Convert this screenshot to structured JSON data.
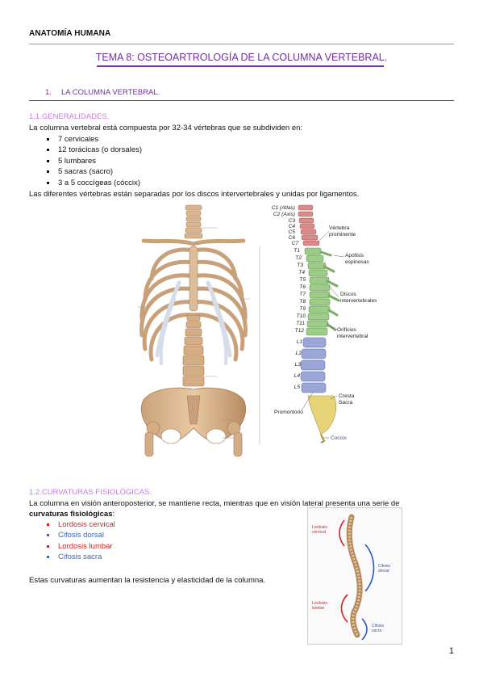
{
  "header": {
    "title": "ANATOMÍA HUMANA"
  },
  "main_title": "TEMA 8: OSTEOARTROLOGÍA DE LA COLUMNA VERTEBRAL.",
  "section1": {
    "number": "1.",
    "title": "LA COLUMNA VERTEBRAL."
  },
  "sub1": {
    "heading": "1.1.GENERALIDADES.",
    "intro": "La columna vertebral está compuesta por 32-34 vértebras que se subdividen en:",
    "items": [
      "7 cervicales",
      "12 torácicas (o dorsales)",
      "5 lumbares",
      "5 sacras (sacro)",
      "3 a 5 coccígeas (cóccix)"
    ],
    "closing": "Las diferentes vértebras están separadas por los discos intervertebrales y unidas por ligamentos."
  },
  "figure_lateral": {
    "levels": [
      "C1 (Atlas)",
      "C2 (Axis)",
      "C3",
      "C4",
      "C5",
      "C6",
      "C7",
      "T1",
      "T2",
      "T3",
      "T4",
      "T5",
      "T6",
      "T7",
      "T8",
      "T9",
      "T10",
      "T11",
      "T12",
      "L1",
      "L2",
      "L3",
      "L4",
      "L5"
    ],
    "labels": {
      "vertebra_prominente": [
        "Vértebra",
        "prominente"
      ],
      "apofisis": [
        "Apófisis",
        "espinosas"
      ],
      "discos": [
        "Discos",
        "intervertebrales"
      ],
      "orificios": [
        "Orificios",
        "intervertebral"
      ],
      "cresta": [
        "Cresta",
        "Sacra"
      ],
      "promontorio": "Promontorio",
      "coccix": "Coccix"
    }
  },
  "sub2": {
    "heading": "1.2.CURVATURAS FISIOLÓGICAS.",
    "intro": "La columna en visión anteroposterior, se mantiene recta, mientras que en visión lateral presenta una serie de",
    "bold_term": "curvaturas fisiológicas",
    "colon": ":",
    "items": [
      {
        "text": "Lordosis cervical",
        "color": "#d62020"
      },
      {
        "text": "Cifosis dorsal",
        "color": "#3a66b0"
      },
      {
        "text": "Lordosis lumbar",
        "color": "#d62020"
      },
      {
        "text": "Cifosis sacra",
        "color": "#3a66b0"
      }
    ],
    "closing": "Estas curvaturas aumentan la resistencia y elasticidad de la columna."
  },
  "figure_curvatures": {
    "labels": {
      "lordosis_cervical": [
        "Lordosis",
        "cervical"
      ],
      "cifosis_dorsal": [
        "Cifosis",
        "dorsal"
      ],
      "lordosis_lumbar": [
        "Lordosis",
        "lumbar"
      ],
      "cifosis_sacra": [
        "Cifosis",
        "sacra"
      ]
    }
  },
  "page_number": "1"
}
